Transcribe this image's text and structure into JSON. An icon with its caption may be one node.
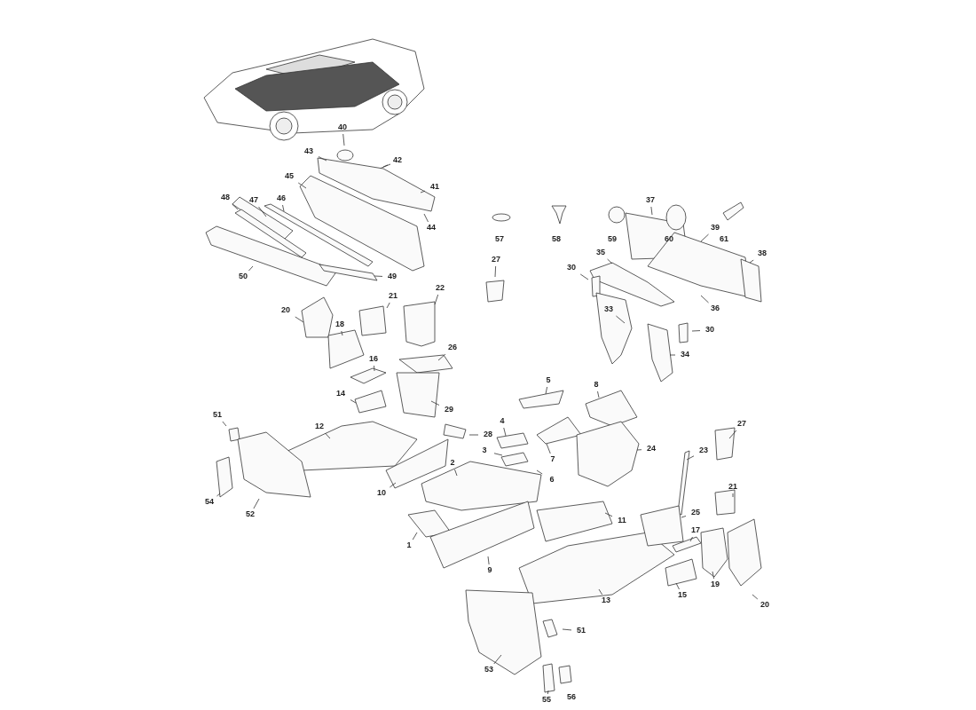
{
  "diagram": {
    "nodes": [
      {
        "text": [
          "40"
        ]
      },
      {
        "text": [
          "43"
        ]
      },
      {
        "text": [
          "42"
        ]
      },
      {
        "text": [
          "45"
        ]
      },
      {
        "text": [
          "41"
        ]
      },
      {
        "text": [
          "48"
        ]
      },
      {
        "text": [
          "47"
        ]
      },
      {
        "text": [
          "46"
        ]
      },
      {
        "text": [
          "44"
        ]
      },
      {
        "text": [
          "49"
        ]
      },
      {
        "text": [
          "50"
        ]
      },
      {
        "text": [
          "27"
        ]
      },
      {
        "text": [
          "37"
        ]
      },
      {
        "text": [
          "39"
        ]
      },
      {
        "text": [
          "35"
        ]
      },
      {
        "text": [
          "38"
        ]
      },
      {
        "text": [
          "30"
        ]
      },
      {
        "text": [
          "36"
        ]
      },
      {
        "text": [
          "33"
        ]
      },
      {
        "text": [
          "30"
        ]
      },
      {
        "text": [
          "34"
        ]
      },
      {
        "text": [
          "22"
        ]
      },
      {
        "text": [
          "21"
        ]
      },
      {
        "text": [
          "20"
        ]
      },
      {
        "text": [
          "18"
        ]
      },
      {
        "text": [
          "26"
        ]
      },
      {
        "text": [
          "16"
        ]
      },
      {
        "text": [
          "14"
        ]
      },
      {
        "text": [
          "29"
        ]
      },
      {
        "text": [
          "5"
        ]
      },
      {
        "text": [
          "8"
        ]
      },
      {
        "text": [
          "12"
        ]
      },
      {
        "text": [
          "28"
        ]
      },
      {
        "text": [
          "4"
        ]
      },
      {
        "text": [
          "3"
        ]
      },
      {
        "text": [
          "7"
        ]
      },
      {
        "text": [
          "6"
        ]
      },
      {
        "text": [
          "2"
        ]
      },
      {
        "text": [
          "10"
        ]
      },
      {
        "text": [
          "24"
        ]
      },
      {
        "text": [
          "23"
        ]
      },
      {
        "text": [
          "27"
        ]
      },
      {
        "text": [
          "21"
        ]
      },
      {
        "text": [
          "25"
        ]
      },
      {
        "text": [
          "11"
        ]
      },
      {
        "text": [
          "17"
        ]
      },
      {
        "text": [
          "1"
        ]
      },
      {
        "text": [
          "9"
        ]
      },
      {
        "text": [
          "13"
        ]
      },
      {
        "text": [
          "15"
        ]
      },
      {
        "text": [
          "19"
        ]
      },
      {
        "text": [
          "20"
        ]
      },
      {
        "text": [
          "51"
        ]
      },
      {
        "text": [
          "54"
        ]
      },
      {
        "text": [
          "52"
        ]
      },
      {
        "text": [
          "51"
        ]
      },
      {
        "text": [
          "53"
        ]
      },
      {
        "text": [
          "55"
        ]
      },
      {
        "text": [
          "56"
        ]
      }
    ],
    "edges": [
      {
        "from": 0,
        "to": null,
        "arrow": "none"
      },
      {
        "from": 1,
        "to": null,
        "arrow": "none"
      },
      {
        "from": 2,
        "to": null,
        "arrow": "none"
      },
      {
        "from": 3,
        "to": null,
        "arrow": "none"
      },
      {
        "from": 4,
        "to": null,
        "arrow": "none"
      },
      {
        "from": 5,
        "to": null,
        "arrow": "none"
      },
      {
        "from": 6,
        "to": null,
        "arrow": "none"
      },
      {
        "from": 7,
        "to": null,
        "arrow": "none"
      },
      {
        "from": 8,
        "to": null,
        "arrow": "none"
      },
      {
        "from": 9,
        "to": null,
        "arrow": "none"
      },
      {
        "from": 10,
        "to": null,
        "arrow": "none"
      },
      {
        "from": 11,
        "to": null,
        "arrow": "none"
      },
      {
        "from": 12,
        "to": null,
        "arrow": "none"
      },
      {
        "from": 13,
        "to": null,
        "arrow": "none"
      },
      {
        "from": 14,
        "to": null,
        "arrow": "none"
      },
      {
        "from": 15,
        "to": null,
        "arrow": "none"
      },
      {
        "from": 16,
        "to": null,
        "arrow": "none"
      },
      {
        "from": 17,
        "to": null,
        "arrow": "none"
      },
      {
        "from": 18,
        "to": null,
        "arrow": "none"
      },
      {
        "from": 19,
        "to": null,
        "arrow": "none"
      },
      {
        "from": 20,
        "to": null,
        "arrow": "none"
      },
      {
        "from": 21,
        "to": null,
        "arrow": "none"
      },
      {
        "from": 22,
        "to": null,
        "arrow": "none"
      },
      {
        "from": 23,
        "to": null,
        "arrow": "none"
      },
      {
        "from": 24,
        "to": null,
        "arrow": "none"
      },
      {
        "from": 25,
        "to": null,
        "arrow": "none"
      },
      {
        "from": 26,
        "to": null,
        "arrow": "none"
      },
      {
        "from": 27,
        "to": null,
        "arrow": "none"
      },
      {
        "from": 28,
        "to": null,
        "arrow": "none"
      },
      {
        "from": 29,
        "to": null,
        "arrow": "none"
      },
      {
        "from": 30,
        "to": null,
        "arrow": "none"
      },
      {
        "from": 31,
        "to": null,
        "arrow": "none"
      },
      {
        "from": 32,
        "to": null,
        "arrow": "none"
      },
      {
        "from": 33,
        "to": null,
        "arrow": "none"
      },
      {
        "from": 34,
        "to": null,
        "arrow": "none"
      },
      {
        "from": 35,
        "to": null,
        "arrow": "none"
      },
      {
        "from": 36,
        "to": null,
        "arrow": "none"
      },
      {
        "from": 37,
        "to": null,
        "arrow": "none"
      },
      {
        "from": 38,
        "to": null,
        "arrow": "none"
      },
      {
        "from": 39,
        "to": null,
        "arrow": "none"
      },
      {
        "from": 40,
        "to": null,
        "arrow": "none"
      },
      {
        "from": 41,
        "to": null,
        "arrow": "none"
      },
      {
        "from": 42,
        "to": null,
        "arrow": "none"
      },
      {
        "from": 43,
        "to": null,
        "arrow": "none"
      },
      {
        "from": 44,
        "to": null,
        "arrow": "none"
      },
      {
        "from": 45,
        "to": null,
        "arrow": "none"
      },
      {
        "from": 46,
        "to": null,
        "arrow": "none"
      },
      {
        "from": 47,
        "to": null,
        "arrow": "none"
      },
      {
        "from": 48,
        "to": null,
        "arrow": "none"
      },
      {
        "from": 49,
        "to": null,
        "arrow": "none"
      },
      {
        "from": 50,
        "to": null,
        "arrow": "none"
      },
      {
        "from": 51,
        "to": null,
        "arrow": "none"
      },
      {
        "from": 52,
        "to": null,
        "arrow": "none"
      },
      {
        "from": 53,
        "to": null,
        "arrow": "none"
      },
      {
        "from": 54,
        "to": null,
        "arrow": "none"
      },
      {
        "from": 55,
        "to": null,
        "arrow": "none"
      },
      {
        "from": 56,
        "to": null,
        "arrow": "none"
      },
      {
        "from": 57,
        "to": null,
        "arrow": "none"
      }
    ],
    "labels": [
      "57",
      "58",
      "59",
      "60",
      "61"
    ]
  }
}
